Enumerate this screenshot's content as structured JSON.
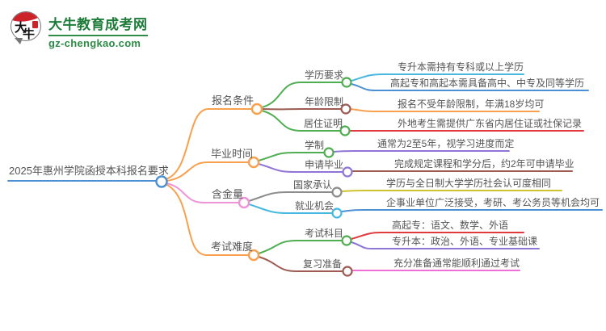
{
  "logo": {
    "title": "大牛教育成考网",
    "url": "gz-chengkao.com",
    "icon_char_top": "大",
    "icon_char_bottom": "牛"
  },
  "mindmap": {
    "root": "2025年惠州学院函授本科报名要求",
    "branches": [
      {
        "label": "报名条件",
        "children": [
          {
            "label": "学历要求",
            "leaves": [
              "专升本需持有专科或以上学历",
              "高起专和高起本需具备高中、中专及同等学历"
            ]
          },
          {
            "label": "年龄限制",
            "leaves": [
              "报名不受年龄限制，年满18岁均可"
            ]
          },
          {
            "label": "居住证明",
            "leaves": [
              "外地考生需提供广东省内居住证或社保记录"
            ]
          }
        ]
      },
      {
        "label": "毕业时间",
        "children": [
          {
            "label": "学制",
            "leaves": [
              "通常为2至5年，视学习进度而定"
            ]
          },
          {
            "label": "申请毕业",
            "leaves": [
              "完成规定课程和学分后，约2年可申请毕业"
            ]
          }
        ]
      },
      {
        "label": "含金量",
        "children": [
          {
            "label": "国家承认",
            "leaves": [
              "学历与全日制大学学历社会认可度相同"
            ]
          },
          {
            "label": "就业机会",
            "leaves": [
              "企事业单位广泛接受，考研、考公务员等机会均可"
            ]
          }
        ]
      },
      {
        "label": "考试难度",
        "children": [
          {
            "label": "考试科目",
            "leaves": [
              "高起专：语文、数学、外语",
              "专升本：政治、外语、专业基础课"
            ]
          },
          {
            "label": "复习准备",
            "leaves": [
              "充分准备通常能顺利通过考试"
            ]
          }
        ]
      }
    ]
  },
  "colors": {
    "text": "#555555",
    "brand_green": "#1e7c39",
    "logo_red": "#cc2229",
    "blue": "#4a90d2",
    "orange": "#f7a14f",
    "green": "#4fae52",
    "maroon": "#9d5b52",
    "red": "#e0393e",
    "cyan": "#47b9e0",
    "purple": "#8f76d6",
    "pink": "#ef93d8",
    "magenta": "#ee6fd6",
    "gray": "#8c8c8c",
    "yellow": "#cfc32d"
  }
}
